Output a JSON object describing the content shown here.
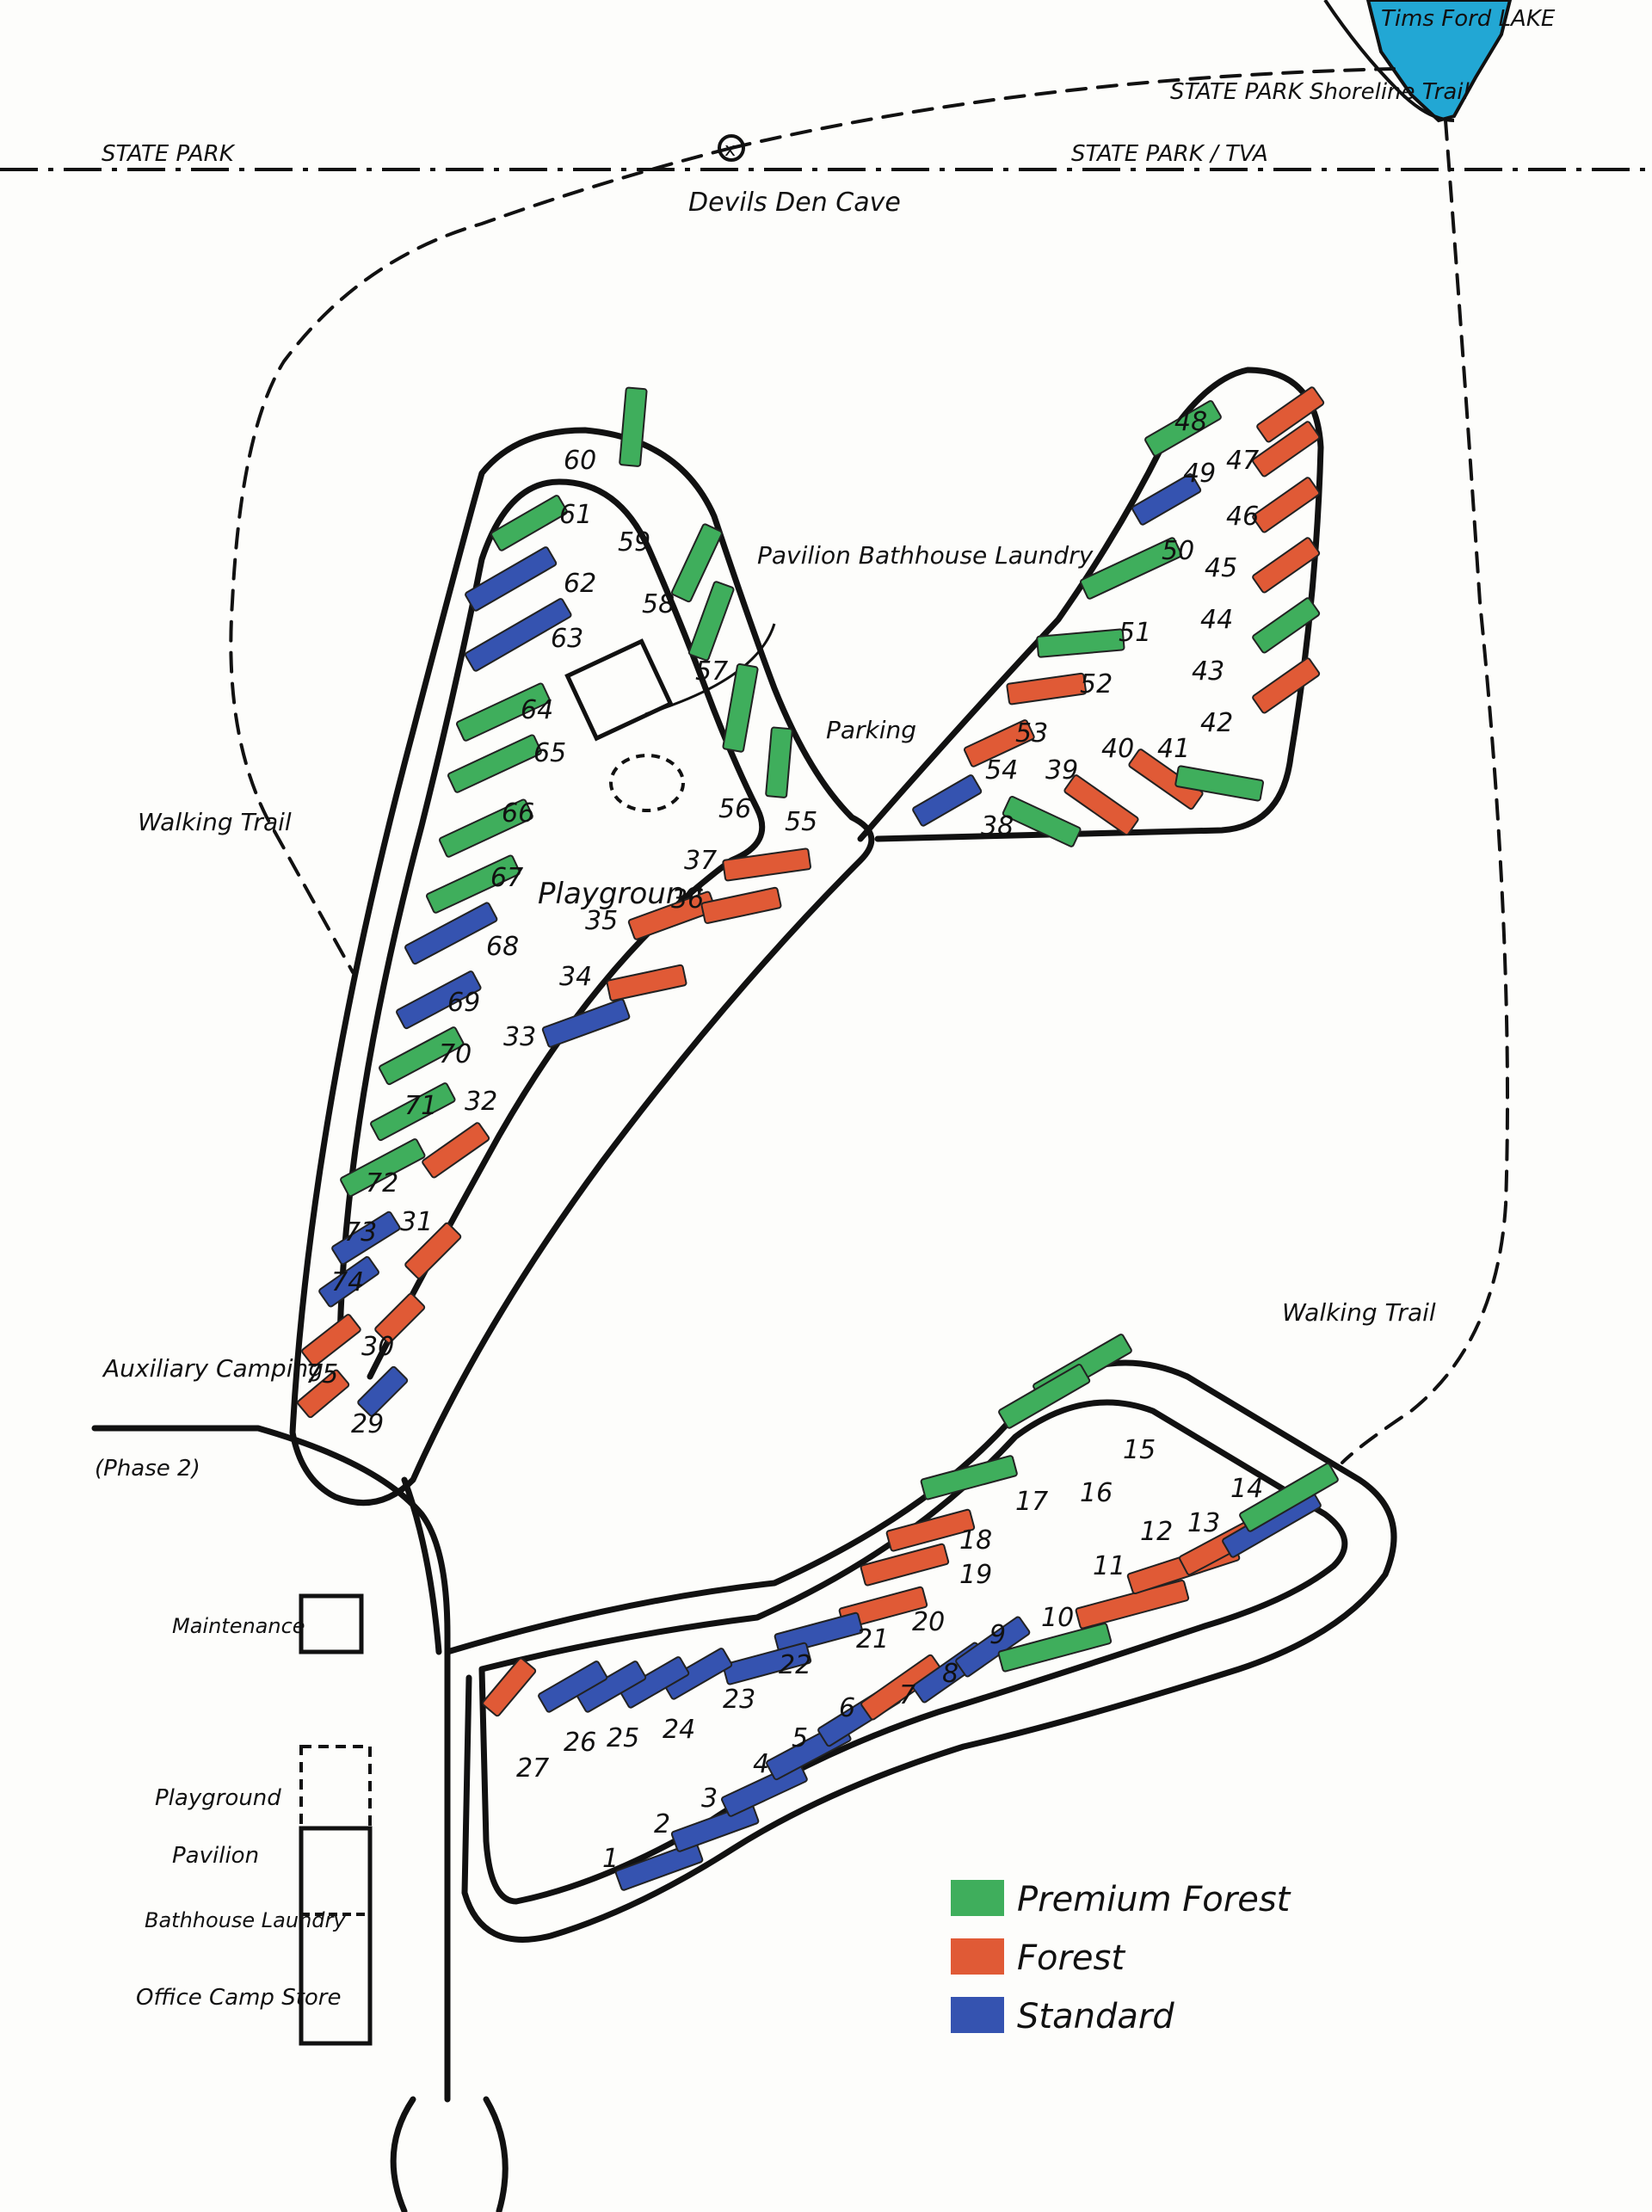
{
  "colors": {
    "premium": "#3fae5c",
    "forest": "#e05a36",
    "standard": "#3553b0",
    "lake": "#22a7d4",
    "ink": "#111111"
  },
  "labels": {
    "lake": "Tims Ford LAKE",
    "shoreline": "STATE PARK Shoreline Trail",
    "state_park": "STATE PARK",
    "state_park_tva": "STATE PARK / TVA",
    "cave": "Devils Den Cave",
    "pavilion": "Pavilion Bathhouse Laundry",
    "parking": "Parking",
    "playground": "Playground",
    "walking_trail": "Walking Trail",
    "aux_camping": "Auxiliary Camping",
    "phase2": "(Phase 2)",
    "maintenance": "Maintenance"
  },
  "side_legend": {
    "playground": "Playground",
    "pavilion": "Pavilion",
    "bathhouse": "Bathhouse Laundry",
    "office": "Office Camp Store"
  },
  "legend": [
    {
      "label": "Premium Forest",
      "type": "premium"
    },
    {
      "label": "Forest",
      "type": "forest"
    },
    {
      "label": "Standard",
      "type": "standard"
    }
  ],
  "sites": [
    {
      "n": "1",
      "type": "standard"
    },
    {
      "n": "2",
      "type": "standard"
    },
    {
      "n": "3",
      "type": "standard"
    },
    {
      "n": "4",
      "type": "standard"
    },
    {
      "n": "5",
      "type": "standard"
    },
    {
      "n": "6",
      "type": "forest"
    },
    {
      "n": "7",
      "type": "standard"
    },
    {
      "n": "8",
      "type": "standard"
    },
    {
      "n": "9",
      "type": "premium"
    },
    {
      "n": "10",
      "type": "forest"
    },
    {
      "n": "11",
      "type": "forest"
    },
    {
      "n": "12",
      "type": "forest"
    },
    {
      "n": "13",
      "type": "standard"
    },
    {
      "n": "14",
      "type": "premium"
    },
    {
      "n": "15",
      "type": "premium"
    },
    {
      "n": "16",
      "type": "premium"
    },
    {
      "n": "17",
      "type": "premium"
    },
    {
      "n": "18",
      "type": "forest"
    },
    {
      "n": "19",
      "type": "forest"
    },
    {
      "n": "20",
      "type": "forest"
    },
    {
      "n": "21",
      "type": "standard"
    },
    {
      "n": "22",
      "type": "standard"
    },
    {
      "n": "23",
      "type": "standard"
    },
    {
      "n": "24",
      "type": "standard"
    },
    {
      "n": "25",
      "type": "standard"
    },
    {
      "n": "26",
      "type": "standard"
    },
    {
      "n": "27",
      "type": "forest"
    },
    {
      "n": "29",
      "type": "standard"
    },
    {
      "n": "30",
      "type": "forest"
    },
    {
      "n": "31",
      "type": "forest"
    },
    {
      "n": "32",
      "type": "forest"
    },
    {
      "n": "33",
      "type": "standard"
    },
    {
      "n": "34",
      "type": "forest"
    },
    {
      "n": "35",
      "type": "forest"
    },
    {
      "n": "36",
      "type": "forest"
    },
    {
      "n": "37",
      "type": "forest"
    },
    {
      "n": "38",
      "type": "premium"
    },
    {
      "n": "39",
      "type": "forest"
    },
    {
      "n": "40",
      "type": "forest"
    },
    {
      "n": "41",
      "type": "premium"
    },
    {
      "n": "42",
      "type": "forest"
    },
    {
      "n": "43",
      "type": "premium"
    },
    {
      "n": "44",
      "type": "forest"
    },
    {
      "n": "45",
      "type": "forest"
    },
    {
      "n": "46",
      "type": "forest"
    },
    {
      "n": "47",
      "type": "forest"
    },
    {
      "n": "48",
      "type": "premium"
    },
    {
      "n": "49",
      "type": "standard"
    },
    {
      "n": "50",
      "type": "premium"
    },
    {
      "n": "51",
      "type": "premium"
    },
    {
      "n": "52",
      "type": "forest"
    },
    {
      "n": "53",
      "type": "forest"
    },
    {
      "n": "54",
      "type": "standard"
    },
    {
      "n": "55",
      "type": "premium"
    },
    {
      "n": "56",
      "type": "premium"
    },
    {
      "n": "57",
      "type": "premium"
    },
    {
      "n": "58",
      "type": "premium"
    },
    {
      "n": "59",
      "type": "premium"
    },
    {
      "n": "60",
      "type": "premium"
    },
    {
      "n": "61",
      "type": "standard"
    },
    {
      "n": "62",
      "type": "standard"
    },
    {
      "n": "63",
      "type": "premium"
    },
    {
      "n": "64",
      "type": "premium"
    },
    {
      "n": "65",
      "type": "premium"
    },
    {
      "n": "66",
      "type": "premium"
    },
    {
      "n": "67",
      "type": "standard"
    },
    {
      "n": "68",
      "type": "standard"
    },
    {
      "n": "69",
      "type": "premium"
    },
    {
      "n": "70",
      "type": "premium"
    },
    {
      "n": "71",
      "type": "premium"
    },
    {
      "n": "72",
      "type": "standard"
    },
    {
      "n": "73",
      "type": "standard"
    },
    {
      "n": "74",
      "type": "forest"
    },
    {
      "n": "75",
      "type": "forest"
    }
  ]
}
